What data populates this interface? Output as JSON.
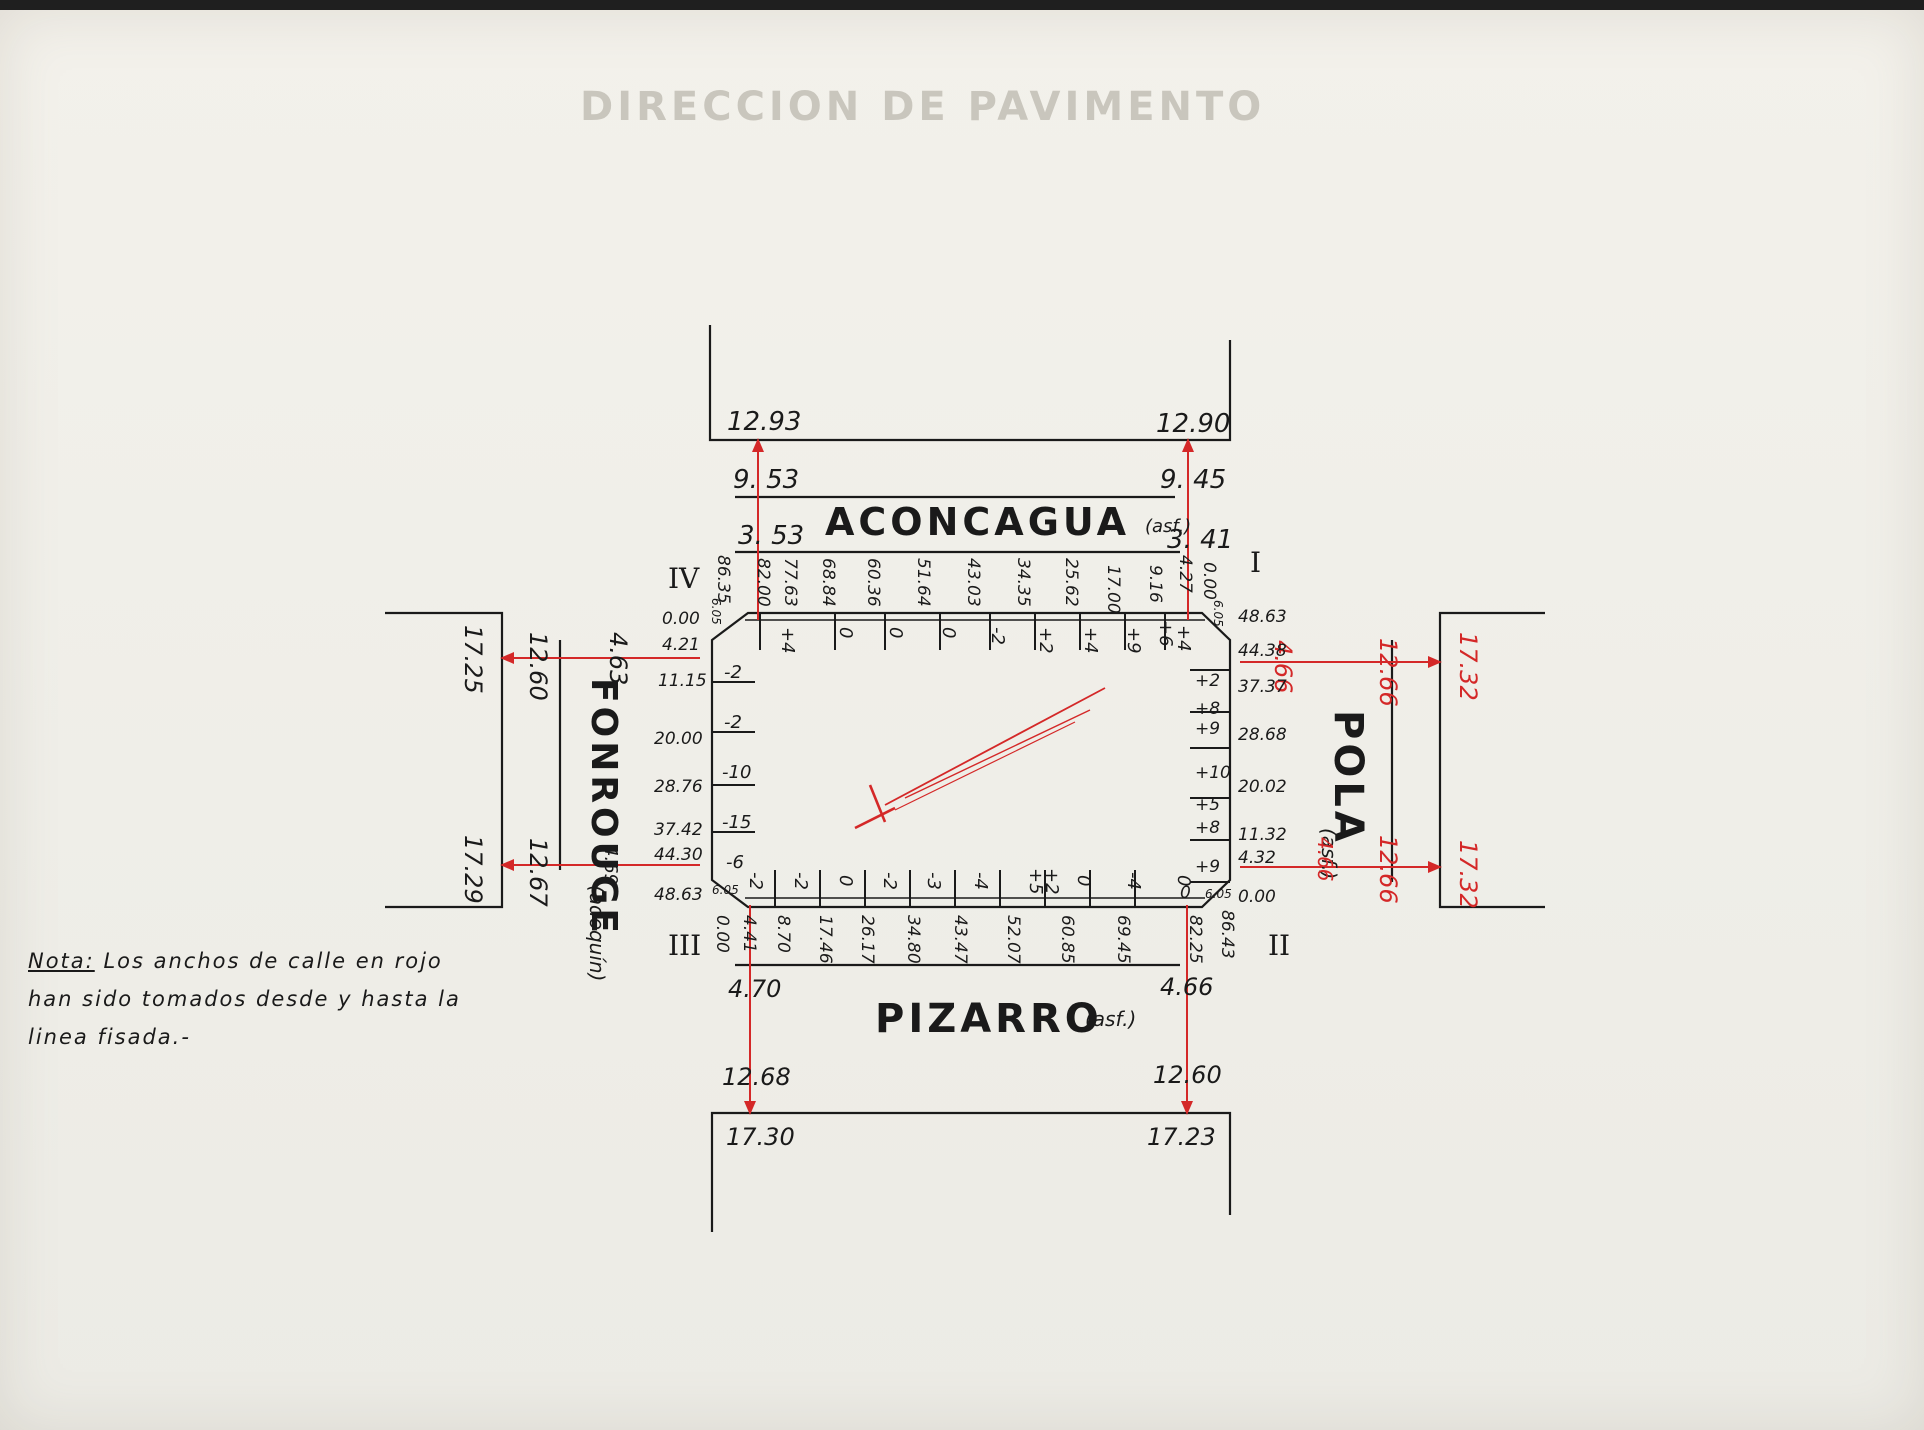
{
  "header_faint": "DIRECCION DE PAVIMENTO",
  "streets": {
    "top": "ACONCAGUA",
    "top_suffix": "(asf.)",
    "bottom": "PIZARRO",
    "bottom_suffix": "(asf.)",
    "left": "FONROUGE",
    "left_suffix": "(adoquín)",
    "right": "POLA",
    "right_suffix": "(asf.)"
  },
  "corners": {
    "c1": "I",
    "c2": "II",
    "c3": "III",
    "c4": "IV"
  },
  "widths": {
    "top_left_outer": "12.93",
    "top_right_outer": "12.90",
    "top_left_mid": "9. 53",
    "top_right_mid": "9. 45",
    "top_left_inner": "3. 53",
    "top_right_inner": "3. 41",
    "bottom_left_inner": "4.70",
    "bottom_right_inner": "4.66",
    "bottom_left_mid": "12.68",
    "bottom_right_mid": "12.60",
    "bottom_left_outer": "17.30",
    "bottom_right_outer": "17.23",
    "left_top_outer": "17.25",
    "left_top_mid": "12.60",
    "left_top_inner": "4.63",
    "left_bottom_outer": "17.29",
    "left_bottom_mid": "12.67",
    "left_bottom_inner": "4.69",
    "right_top_inner": "4.66",
    "right_top_mid": "12.66",
    "right_top_outer": "17.32",
    "right_bottom_inner": "4.66",
    "right_bottom_mid": "12.66",
    "right_bottom_outer": "17.32"
  },
  "top_stations": [
    "86.35",
    "82.00",
    "77.63",
    "68.84",
    "60.36",
    "51.64",
    "43.03",
    "34.35",
    "25.62",
    "17.00",
    "9.16",
    "4.27",
    "0.00"
  ],
  "top_offsets": [
    "+4",
    "0",
    "0",
    "0",
    "-2",
    "+2",
    "+4",
    "+9",
    "+6",
    "+4"
  ],
  "bottom_stations": [
    "0.00",
    "4.41",
    "8.70",
    "17.46",
    "26.17",
    "34.80",
    "43.47",
    "52.07",
    "60.85",
    "69.45",
    "82.25",
    "86.43"
  ],
  "bottom_offsets": [
    "-2",
    "-2",
    "0",
    "-2",
    "-3",
    "-4",
    "+5",
    "+2",
    "0",
    "-4",
    "0"
  ],
  "left_stations": [
    "0.00",
    "4.21",
    "11.15",
    "20.00",
    "28.76",
    "37.42",
    "44.30",
    "48.63"
  ],
  "left_offsets": [
    "-2",
    "-2",
    "-10",
    "-15",
    "-6"
  ],
  "right_stations": [
    "48.63",
    "44.38",
    "37.37",
    "28.68",
    "20.02",
    "11.32",
    "4.32",
    "0.00"
  ],
  "right_offsets": [
    "+2",
    "+8",
    "+9",
    "+10",
    "+5",
    "+8",
    "+9",
    "0"
  ],
  "corner_bits": [
    "6.05",
    "6.05",
    "6.05",
    "6.05"
  ],
  "note": {
    "label": "Nota:",
    "line1": "Los anchos de calle en rojo",
    "line2": "han sido tomados desde y hasta la",
    "line3": "linea fisada.-"
  },
  "colors": {
    "paper": "#f0efe9",
    "ink": "#1a1a1a",
    "red_ink": "#d42828"
  }
}
